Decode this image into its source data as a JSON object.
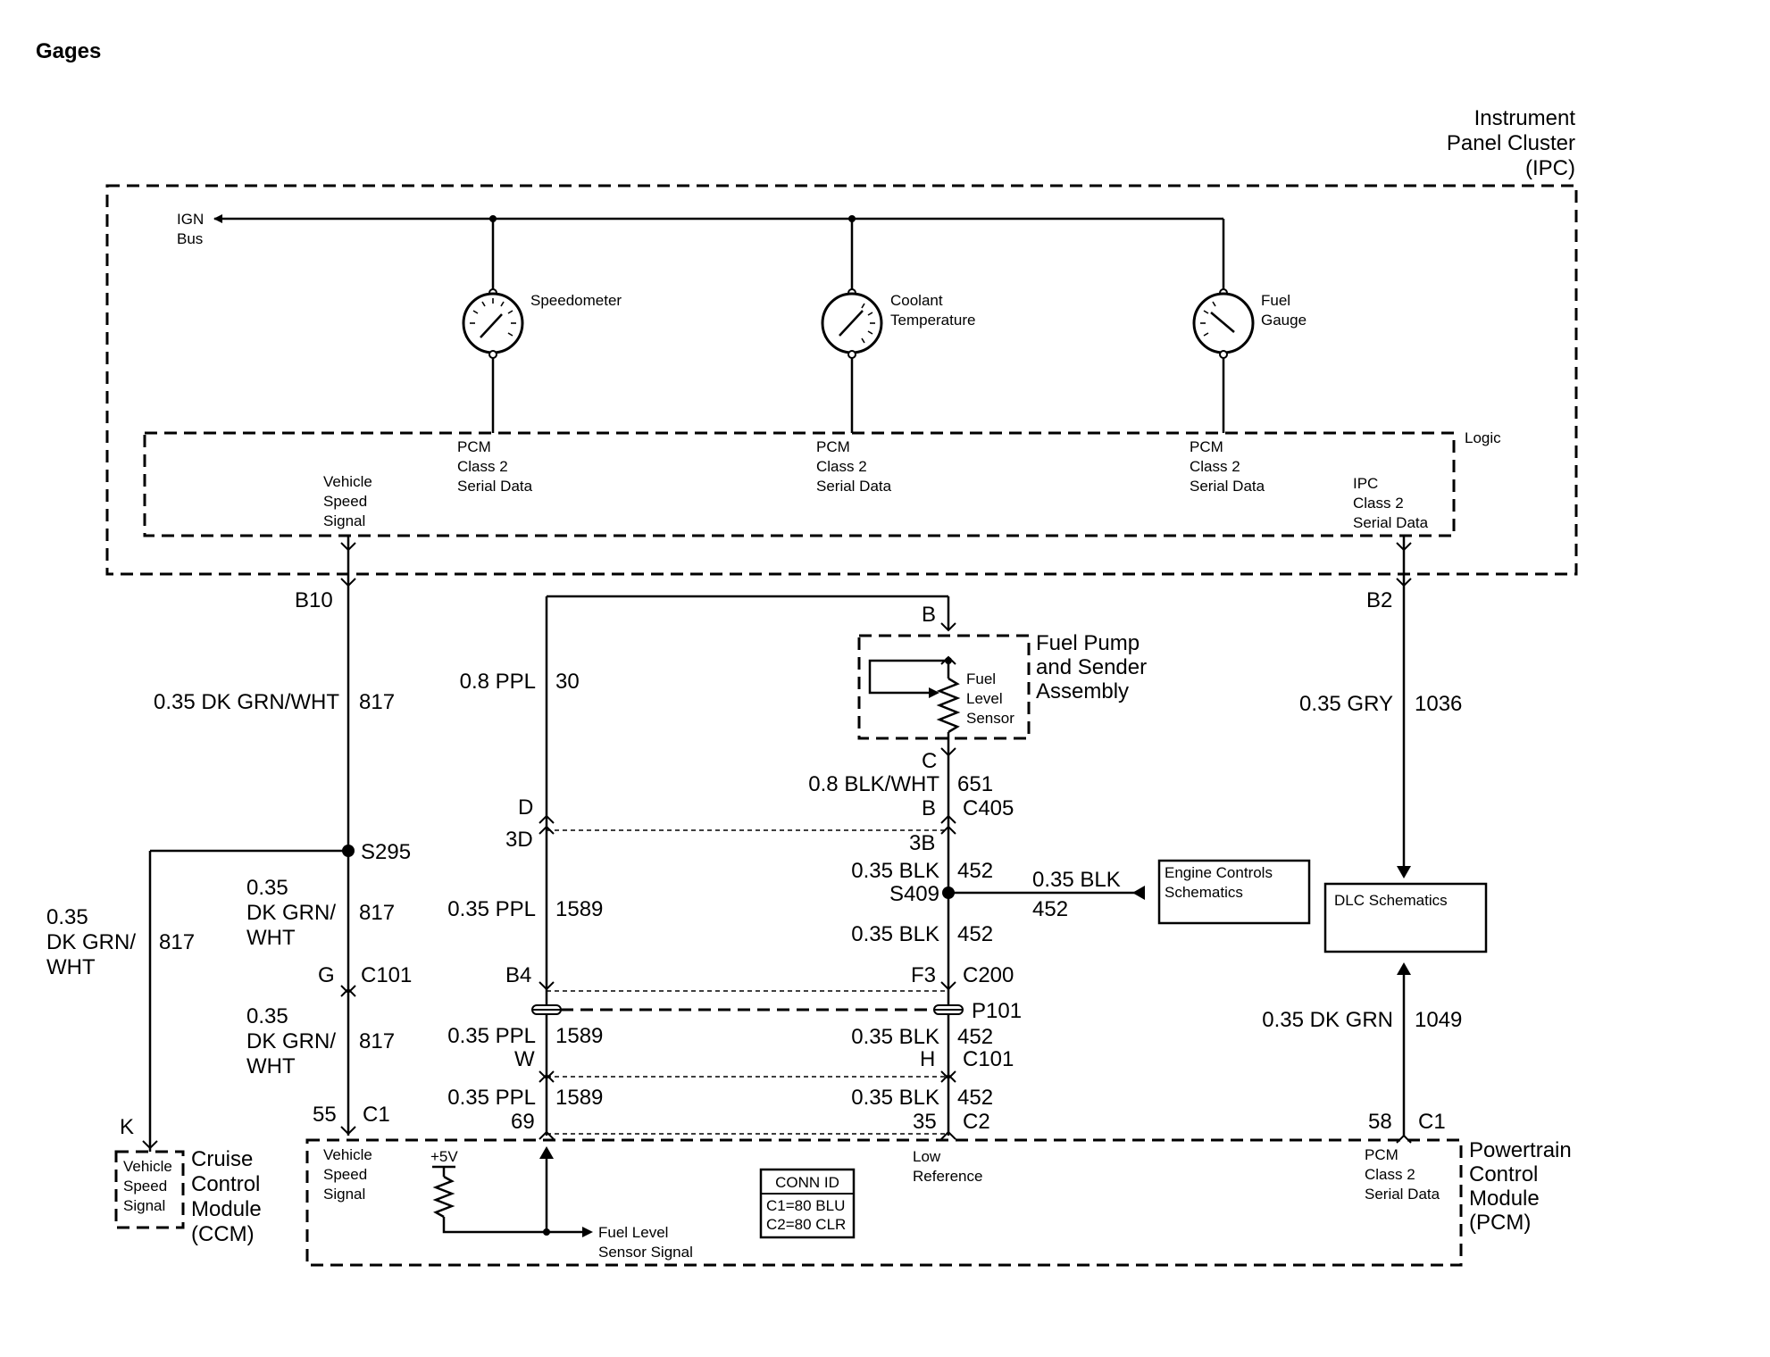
{
  "title": "Gages",
  "ipc": {
    "name_l1": "Instrument",
    "name_l2": "Panel Cluster",
    "name_l3": "(IPC)",
    "ign_l1": "IGN",
    "ign_l2": "Bus",
    "logic": "Logic",
    "gauges": [
      {
        "l1": "Speedometer",
        "l2": ""
      },
      {
        "l1": "Coolant",
        "l2": "Temperature"
      },
      {
        "l1": "Fuel",
        "l2": "Gauge"
      }
    ],
    "pcm_data": {
      "l1": "PCM",
      "l2": "Class 2",
      "l3": "Serial Data"
    },
    "vss": {
      "l1": "Vehicle",
      "l2": "Speed",
      "l3": "Signal"
    },
    "ipc_data": {
      "l1": "IPC",
      "l2": "Class 2",
      "l3": "Serial Data"
    }
  },
  "wires": {
    "b10": "B10",
    "w817a_gauge": "0.35 DK GRN/WHT",
    "w817a_num": "817",
    "s295": "S295",
    "w817b_l1": "0.35",
    "w817b_l2": "DK GRN/",
    "w817b_l3": "WHT",
    "w817b_num": "817",
    "g": "G",
    "c101": "C101",
    "w817c_l1": "0.35",
    "w817c_l2": "DK GRN/",
    "w817c_l3": "WHT",
    "w817c_num": "817",
    "pin55": "55",
    "c1a": "C1",
    "ccm_l1": "0.35",
    "ccm_l2": "DK GRN/",
    "ccm_l3": "WHT",
    "ccm_num": "817",
    "k": "K",
    "ppl30_gauge": "0.8 PPL",
    "ppl30_num": "30",
    "b_top": "B",
    "c_pin": "C",
    "blkwht": "0.8 BLK/WHT",
    "blkwht_num": "651",
    "b_c405": "B",
    "c405": "C405",
    "d": "D",
    "d3": "3D",
    "b3": "3B",
    "blk452a": "0.35 BLK",
    "blk452a_num": "452",
    "s409": "S409",
    "blk_side": "0.35 BLK",
    "blk_side_num": "452",
    "ppl1589a": "0.35 PPL",
    "ppl1589a_num": "1589",
    "blk452b": "0.35 BLK",
    "blk452b_num": "452",
    "b4": "B4",
    "f3": "F3",
    "c200": "C200",
    "p101": "P101",
    "ppl1589b": "0.35 PPL",
    "ppl1589b_num": "1589",
    "blk452c": "0.35 BLK",
    "blk452c_num": "452",
    "w": "W",
    "h": "H",
    "c101b": "C101",
    "ppl1589c": "0.35 PPL",
    "ppl1589c_num": "1589",
    "blk452d": "0.35 BLK",
    "blk452d_num": "452",
    "pin69": "69",
    "pin35": "35",
    "c2": "C2",
    "b2": "B2",
    "gry": "0.35 GRY",
    "gry_num": "1036",
    "dkgrn": "0.35 DK GRN",
    "dkgrn_num": "1049",
    "pin58": "58",
    "c1b": "C1"
  },
  "fuel_pump": {
    "l1": "Fuel Pump",
    "l2": "and Sender",
    "l3": "Assembly",
    "sensor_l1": "Fuel",
    "sensor_l2": "Level",
    "sensor_l3": "Sensor"
  },
  "engine_controls": {
    "l1": "Engine Controls",
    "l2": "Schematics"
  },
  "dlc": "DLC Schematics",
  "ccm": {
    "vss_l1": "Vehicle",
    "vss_l2": "Speed",
    "vss_l3": "Signal",
    "name_l1": "Cruise",
    "name_l2": "Control",
    "name_l3": "Module",
    "name_l4": "(CCM)"
  },
  "pcm": {
    "vss_l1": "Vehicle",
    "vss_l2": "Speed",
    "vss_l3": "Signal",
    "plus5v": "+5V",
    "fls_l1": "Fuel Level",
    "fls_l2": "Sensor Signal",
    "low_l1": "Low",
    "low_l2": "Reference",
    "conn_title": "CONN ID",
    "conn_c1": "C1=80 BLU",
    "conn_c2": "C2=80 CLR",
    "data_l1": "PCM",
    "data_l2": "Class 2",
    "data_l3": "Serial Data",
    "name_l1": "Powertrain",
    "name_l2": "Control",
    "name_l3": "Module",
    "name_l4": "(PCM)"
  }
}
